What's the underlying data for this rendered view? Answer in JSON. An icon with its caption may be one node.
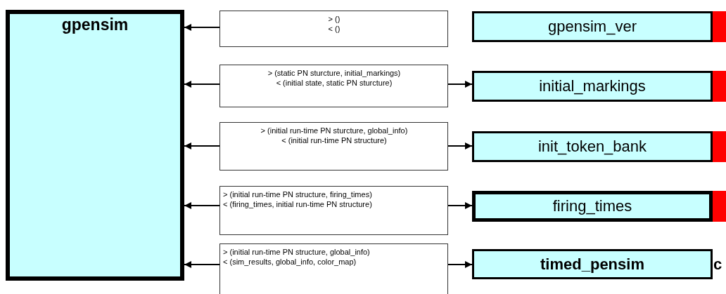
{
  "diagram": {
    "nodes": [
      {
        "text": [
          "gpensim"
        ]
      },
      {
        "text": [
          "> ()",
          "< ()"
        ]
      },
      {
        "text": [
          "gpensim_ver"
        ]
      },
      {
        "text": [
          "> (static PN sturcture, initial_markings)",
          "< (initial state, static PN sturcture)"
        ]
      },
      {
        "text": [
          "initial_markings"
        ]
      },
      {
        "text": [
          "> (initial run-time PN sturcture, global_info)",
          "< (initial run-time PN structure)"
        ]
      },
      {
        "text": [
          "init_token_bank"
        ]
      },
      {
        "text": [
          "> (initial run-time PN structure, firing_times)",
          "< (firing_times, initial run-time PN structure)"
        ]
      },
      {
        "text": [
          "firing_times"
        ]
      },
      {
        "text": [
          "> (initial run-time PN structure, global_info)",
          "< (sim_results, global_info, color_map)"
        ]
      },
      {
        "text": [
          "timed_pensim"
        ]
      }
    ],
    "edges": [
      {
        "from": 1,
        "to": 0,
        "arrow": "to"
      },
      {
        "from": 3,
        "to": 0,
        "arrow": "to"
      },
      {
        "from": 3,
        "to": 4,
        "arrow": "to"
      },
      {
        "from": 5,
        "to": 0,
        "arrow": "to"
      },
      {
        "from": 5,
        "to": 6,
        "arrow": "to"
      },
      {
        "from": 7,
        "to": 0,
        "arrow": "to"
      },
      {
        "from": 7,
        "to": 8,
        "arrow": "to"
      },
      {
        "from": 9,
        "to": 0,
        "arrow": "to"
      },
      {
        "from": 9,
        "to": 10,
        "arrow": "to"
      }
    ],
    "labels": [
      "c"
    ]
  }
}
